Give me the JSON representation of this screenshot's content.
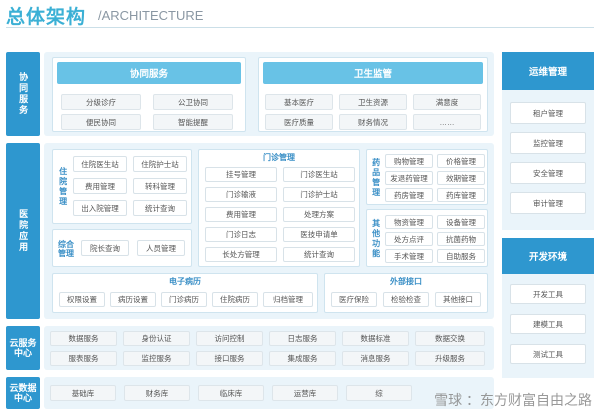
{
  "header": {
    "title": "总体架构",
    "subtitle": "/ARCHITECTURE"
  },
  "collab": {
    "label": "协同服务",
    "group1": {
      "title": "协同服务",
      "items": [
        "分级诊疗",
        "公卫协同",
        "便民协同",
        "智能提醒"
      ]
    },
    "group2": {
      "title": "卫生监管",
      "items": [
        "基本医疗",
        "卫生资源",
        "满意度",
        "医疗质量",
        "财务情况",
        "……"
      ]
    }
  },
  "hospital": {
    "label": "医院应用",
    "inpatient": {
      "title": "住院管理",
      "items": [
        "住院医生站",
        "住院护士站",
        "费用管理",
        "转科管理",
        "出入院管理",
        "统计查询"
      ]
    },
    "comprehensive": {
      "title": "综合管理",
      "items": [
        "院长查询",
        "人员管理"
      ]
    },
    "outpatient": {
      "title": "门诊管理",
      "items": [
        "挂号管理",
        "门诊医生站",
        "门诊输液",
        "门诊护士站",
        "费用管理",
        "处理方案",
        "门诊日志",
        "医技申请单",
        "长处方管理",
        "统计查询"
      ]
    },
    "pharmacy": {
      "title": "药品管理",
      "items": [
        "购物管理",
        "价格管理",
        "发退药管理",
        "效期管理",
        "药房管理",
        "药库管理"
      ]
    },
    "other": {
      "title": "其他功能",
      "items": [
        "物资管理",
        "设备管理",
        "处方点评",
        "抗菌药物",
        "手术管理",
        "自助服务"
      ]
    },
    "emr": {
      "title": "电子病历",
      "items": [
        "权限设置",
        "病历设置",
        "门诊病历",
        "住院病历",
        "归档管理"
      ]
    },
    "external": {
      "title": "外部接口",
      "items": [
        "医疗保险",
        "检验检查",
        "其他接口"
      ]
    }
  },
  "cloud_service": {
    "label": "云服务中心",
    "items": [
      "数据服务",
      "身份认证",
      "访问控制",
      "日志服务",
      "数据标准",
      "数据交换",
      "服表服务",
      "监控服务",
      "接口服务",
      "集成服务",
      "消息服务",
      "升级服务"
    ]
  },
  "cloud_data": {
    "label": "云数据中心",
    "items": [
      "基础库",
      "财务库",
      "临床库",
      "运营库",
      "综"
    ]
  },
  "ops": {
    "title": "运维管理",
    "items": [
      "租户管理",
      "监控管理",
      "安全管理",
      "审计管理"
    ]
  },
  "dev": {
    "title": "开发环境",
    "items": [
      "开发工具",
      "建模工具",
      "测试工具"
    ]
  },
  "watermark": "雪球 ：东方财富自由之路"
}
